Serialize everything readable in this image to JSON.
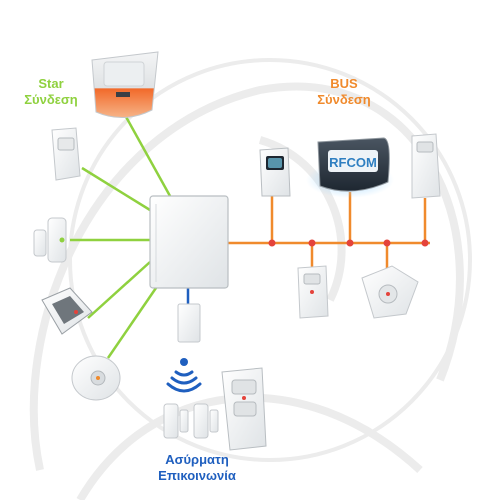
{
  "labels": {
    "star": {
      "line1": "Star",
      "line2": "Σύνδεση"
    },
    "bus": {
      "line1": "BUS",
      "line2": "Σύνδεση"
    },
    "wireless": {
      "line1": "Ασύρματη",
      "line2": "Επικοινωνία"
    }
  },
  "devices": {
    "bus_module_brand": "RFCOM"
  },
  "colors": {
    "star": "#8fd13f",
    "bus": "#f08a2c",
    "wireless": "#1f5fbf",
    "node": "#e4433b",
    "device_body": "#f2f3f4",
    "device_edge": "#c4c8cc",
    "siren_light": "#f26a2a",
    "background_watermark": "#ececec"
  },
  "icons": {
    "control_panel": "control-panel-icon",
    "siren": "siren-icon",
    "wireless_waves": "wireless-waves-icon"
  }
}
